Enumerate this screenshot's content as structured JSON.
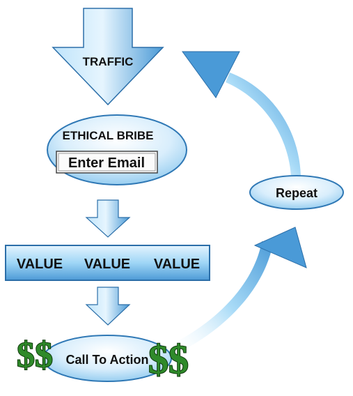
{
  "diagram": {
    "traffic_label": "TRAFFIC",
    "bribe_title": "ETHICAL BRIBE",
    "email_box_label": "Enter Email",
    "value_labels": [
      "VALUE",
      "VALUE",
      "VALUE"
    ],
    "cta_label": "Call To Action",
    "repeat_label": "Repeat",
    "dollar_glyph": "$$"
  },
  "colors": {
    "arrow_light": "#dff1fd",
    "arrow_mid": "#8ccdf3",
    "arrow_dark": "#3f92d2",
    "outline": "#1d5f97",
    "dollar_green": "#2f8a2a"
  }
}
